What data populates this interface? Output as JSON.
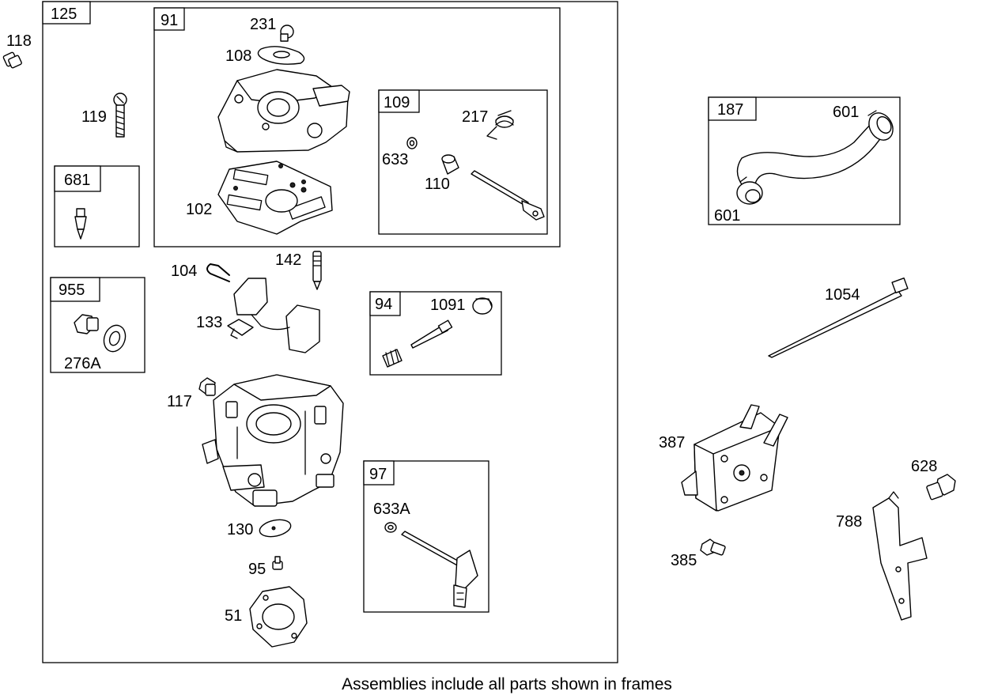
{
  "caption": "Assemblies include all parts shown in frames",
  "frames": {
    "f125": "125",
    "f91": "91",
    "f109": "109",
    "f681": "681",
    "f955": "955",
    "f94": "94",
    "f97": "97",
    "f187": "187"
  },
  "parts": {
    "p118": "118",
    "p119": "119",
    "p231": "231",
    "p108": "108",
    "p102": "102",
    "p217": "217",
    "p633": "633",
    "p110": "110",
    "p104": "104",
    "p142": "142",
    "p133": "133",
    "p276A": "276A",
    "p1091": "1091",
    "p117": "117",
    "p130": "130",
    "p95": "95",
    "p51": "51",
    "p633A": "633A",
    "p601a": "601",
    "p601b": "601",
    "p1054": "1054",
    "p387": "387",
    "p628": "628",
    "p788": "788",
    "p385": "385"
  }
}
